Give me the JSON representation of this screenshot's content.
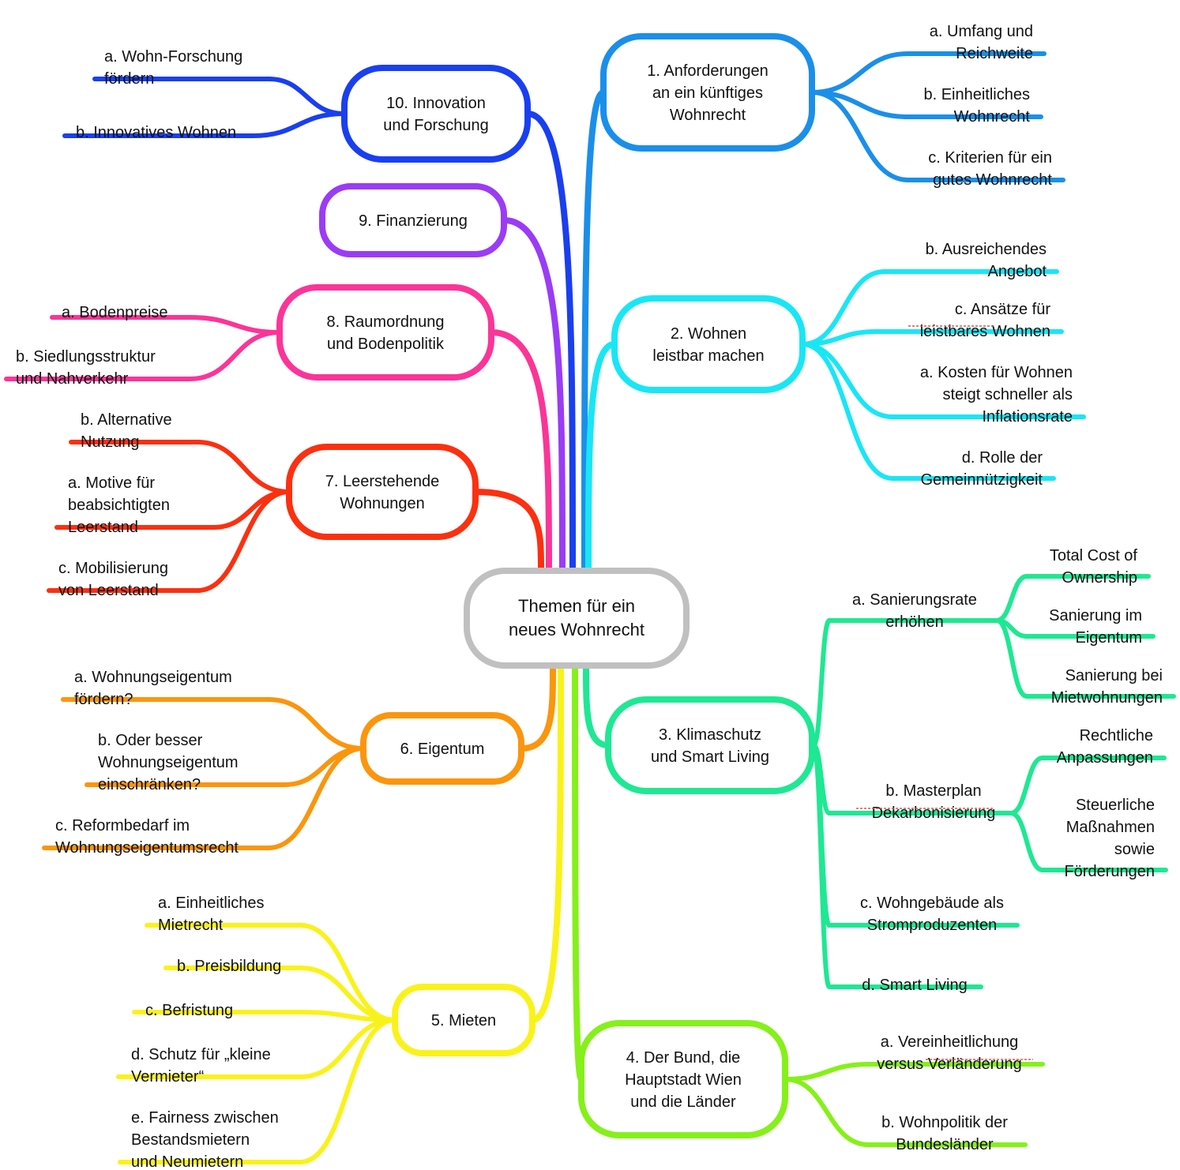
{
  "title": "Themen für ein neues Wohnrecht",
  "root": {
    "lines": [
      "Themen für ein",
      "neues Wohnrecht"
    ],
    "color": "#c0c0c0"
  },
  "topics": [
    {
      "id": "t1",
      "color": "#1a8fea",
      "lines": [
        "1.  Anforderungen",
        "an ein künftiges",
        "Wohnrecht"
      ],
      "children": [
        {
          "lines": [
            "a. Umfang und",
            "Reichweite"
          ]
        },
        {
          "lines": [
            "b. Einheitliches",
            "Wohnrecht"
          ]
        },
        {
          "lines": [
            "c. Kriterien für ein",
            "gutes Wohnrecht"
          ]
        }
      ]
    },
    {
      "id": "t2",
      "color": "#19e6f5",
      "lines": [
        "2. Wohnen",
        "leistbar machen"
      ],
      "children": [
        {
          "lines": [
            "b. Ausreichendes",
            "Angebot"
          ]
        },
        {
          "lines": [
            "c. Ansätze für",
            "leistbares Wohnen"
          ]
        },
        {
          "lines": [
            "a. Kosten für Wohnen",
            "steigt schneller als",
            "Inflationsrate"
          ]
        },
        {
          "lines": [
            "d. Rolle der",
            "Gemeinnützigkeit"
          ]
        }
      ]
    },
    {
      "id": "t3",
      "color": "#1ee893",
      "lines": [
        "3. Klimaschutz",
        "und Smart Living"
      ],
      "children": [
        {
          "lines": [
            "a. Sanierungsrate",
            "erhöhen"
          ],
          "children": [
            {
              "lines": [
                "Total Cost of",
                "Ownership"
              ]
            },
            {
              "lines": [
                "Sanierung im",
                "Eigentum"
              ]
            },
            {
              "lines": [
                "Sanierung bei",
                "Mietwohnungen"
              ]
            }
          ]
        },
        {
          "lines": [
            "b. Masterplan",
            "Dekarbonisierung"
          ],
          "children": [
            {
              "lines": [
                "Rechtliche",
                "Anpassungen"
              ]
            },
            {
              "lines": [
                "Steuerliche",
                "Maßnahmen",
                "sowie",
                "Förderungen"
              ]
            }
          ]
        },
        {
          "lines": [
            "c. Wohngebäude als",
            "Stromproduzenten"
          ]
        },
        {
          "lines": [
            "d. Smart Living"
          ]
        }
      ]
    },
    {
      "id": "t4",
      "color": "#86f01a",
      "lines": [
        "4. Der Bund, die",
        "Hauptstadt Wien",
        "und die Länder"
      ],
      "children": [
        {
          "lines": [
            "a. Vereinheitlichung",
            "versus Verländerung"
          ]
        },
        {
          "lines": [
            "b. Wohnpolitik der",
            "Bundesländer"
          ]
        }
      ]
    },
    {
      "id": "t5",
      "color": "#f9f21a",
      "lines": [
        "5. Mieten"
      ],
      "children": [
        {
          "lines": [
            "a. Einheitliches",
            "Mietrecht"
          ]
        },
        {
          "lines": [
            "b. Preisbildung"
          ]
        },
        {
          "lines": [
            "c. Befristung"
          ]
        },
        {
          "lines": [
            "d. Schutz für „kleine",
            "Vermieter“"
          ]
        },
        {
          "lines": [
            "e. Fairness zwischen",
            "Bestandsmietern",
            "und Neumietern"
          ]
        }
      ]
    },
    {
      "id": "t6",
      "color": "#fb950c",
      "lines": [
        "6. Eigentum"
      ],
      "children": [
        {
          "lines": [
            "a. Wohnungseigentum",
            "fördern?"
          ]
        },
        {
          "lines": [
            "b. Oder besser",
            "Wohnungseigentum",
            "einschränken?"
          ]
        },
        {
          "lines": [
            "c. Reformbedarf im",
            "Wohnungseigentumsrecht"
          ]
        }
      ]
    },
    {
      "id": "t7",
      "color": "#fb3010",
      "lines": [
        "7. Leerstehende",
        "Wohnungen"
      ],
      "children": [
        {
          "lines": [
            "b. Alternative",
            "Nutzung"
          ]
        },
        {
          "lines": [
            "a. Motive für",
            "beabsichtigten",
            "Leerstand"
          ]
        },
        {
          "lines": [
            "c. Mobilisierung",
            "von Leerstand"
          ]
        }
      ]
    },
    {
      "id": "t8",
      "color": "#fb3598",
      "lines": [
        "8. Raumordnung",
        "und Bodenpolitik"
      ],
      "children": [
        {
          "lines": [
            "a. Bodenpreise"
          ]
        },
        {
          "lines": [
            "b. Siedlungsstruktur",
            "und Nahverkehr"
          ]
        }
      ]
    },
    {
      "id": "t9",
      "color": "#9a3cf5",
      "lines": [
        "9. Finanzierung"
      ],
      "children": []
    },
    {
      "id": "t10",
      "color": "#1a3ff0",
      "lines": [
        "10. Innovation",
        "und Forschung"
      ],
      "children": [
        {
          "lines": [
            "a. Wohn-Forschung",
            "fördern"
          ]
        },
        {
          "lines": [
            "b. Innovatives Wohnen"
          ]
        }
      ]
    }
  ]
}
